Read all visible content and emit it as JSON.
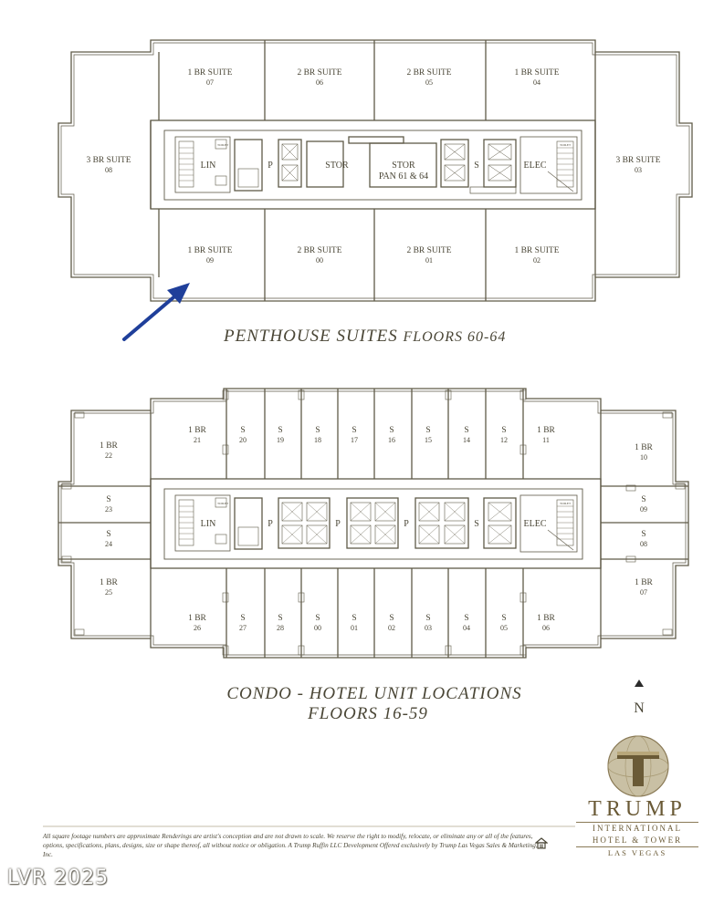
{
  "penthouse": {
    "title": "PENTHOUSE SUITES",
    "subtitle": "FLOORS 60-64",
    "units": [
      {
        "type": "1 BR SUITE",
        "num": "07"
      },
      {
        "type": "2 BR SUITE",
        "num": "06"
      },
      {
        "type": "2 BR SUITE",
        "num": "05"
      },
      {
        "type": "1 BR SUITE",
        "num": "04"
      },
      {
        "type": "3 BR SUITE",
        "num": "08"
      },
      {
        "type": "3 BR SUITE",
        "num": "03"
      },
      {
        "type": "1 BR SUITE",
        "num": "09"
      },
      {
        "type": "2 BR SUITE",
        "num": "00"
      },
      {
        "type": "2 BR SUITE",
        "num": "01"
      },
      {
        "type": "1 BR SUITE",
        "num": "02"
      }
    ],
    "core": {
      "lin": "LIN",
      "p": "P",
      "stor": "STOR",
      "stor2": "STOR",
      "pan": "PAN 61 & 64",
      "s": "S",
      "elec": "ELEC"
    }
  },
  "condo": {
    "title": "CONDO - HOTEL UNIT LOCATIONS",
    "subtitle": "FLOORS 16-59",
    "units": [
      {
        "type": "1 BR",
        "num": "21"
      },
      {
        "type": "S",
        "num": "20"
      },
      {
        "type": "S",
        "num": "19"
      },
      {
        "type": "S",
        "num": "18"
      },
      {
        "type": "S",
        "num": "17"
      },
      {
        "type": "S",
        "num": "16"
      },
      {
        "type": "S",
        "num": "15"
      },
      {
        "type": "S",
        "num": "14"
      },
      {
        "type": "S",
        "num": "12"
      },
      {
        "type": "1 BR",
        "num": "11"
      },
      {
        "type": "1 BR",
        "num": "22"
      },
      {
        "type": "S",
        "num": "23"
      },
      {
        "type": "S",
        "num": "24"
      },
      {
        "type": "1 BR",
        "num": "25"
      },
      {
        "type": "1 BR",
        "num": "10"
      },
      {
        "type": "S",
        "num": "09"
      },
      {
        "type": "S",
        "num": "08"
      },
      {
        "type": "1 BR",
        "num": "07"
      },
      {
        "type": "1 BR",
        "num": "26"
      },
      {
        "type": "S",
        "num": "27"
      },
      {
        "type": "S",
        "num": "28"
      },
      {
        "type": "S",
        "num": "00"
      },
      {
        "type": "S",
        "num": "01"
      },
      {
        "type": "S",
        "num": "02"
      },
      {
        "type": "S",
        "num": "03"
      },
      {
        "type": "S",
        "num": "04"
      },
      {
        "type": "S",
        "num": "05"
      },
      {
        "type": "1 BR",
        "num": "06"
      }
    ],
    "core": {
      "lin": "LIN",
      "p1": "P",
      "p2": "P",
      "p3": "P",
      "s": "S",
      "elec": "ELEC"
    }
  },
  "small": {
    "toilet": "TOILET"
  },
  "north": "N",
  "brand": {
    "name": "TRUMP",
    "line1": "INTERNATIONAL",
    "line2": "HOTEL & TOWER",
    "city": "LAS VEGAS"
  },
  "disclaimer": "All square footage numbers are approximate Renderings are artist's conception and are not drawn to scale. We reserve the right to modify, relocate, or eliminate any or all of the features, options, specifications, plans, designs, size or shape thereof, all without notice or obligation.  A Trump Ruffin LLC Development Offered exclusively by Trump Las Vegas Sales & Marketing, Inc.",
  "watermark": "LVR 2025",
  "colors": {
    "line": "#5f5a48",
    "arrow": "#1f3f9a",
    "gold": "#8a7a56"
  }
}
